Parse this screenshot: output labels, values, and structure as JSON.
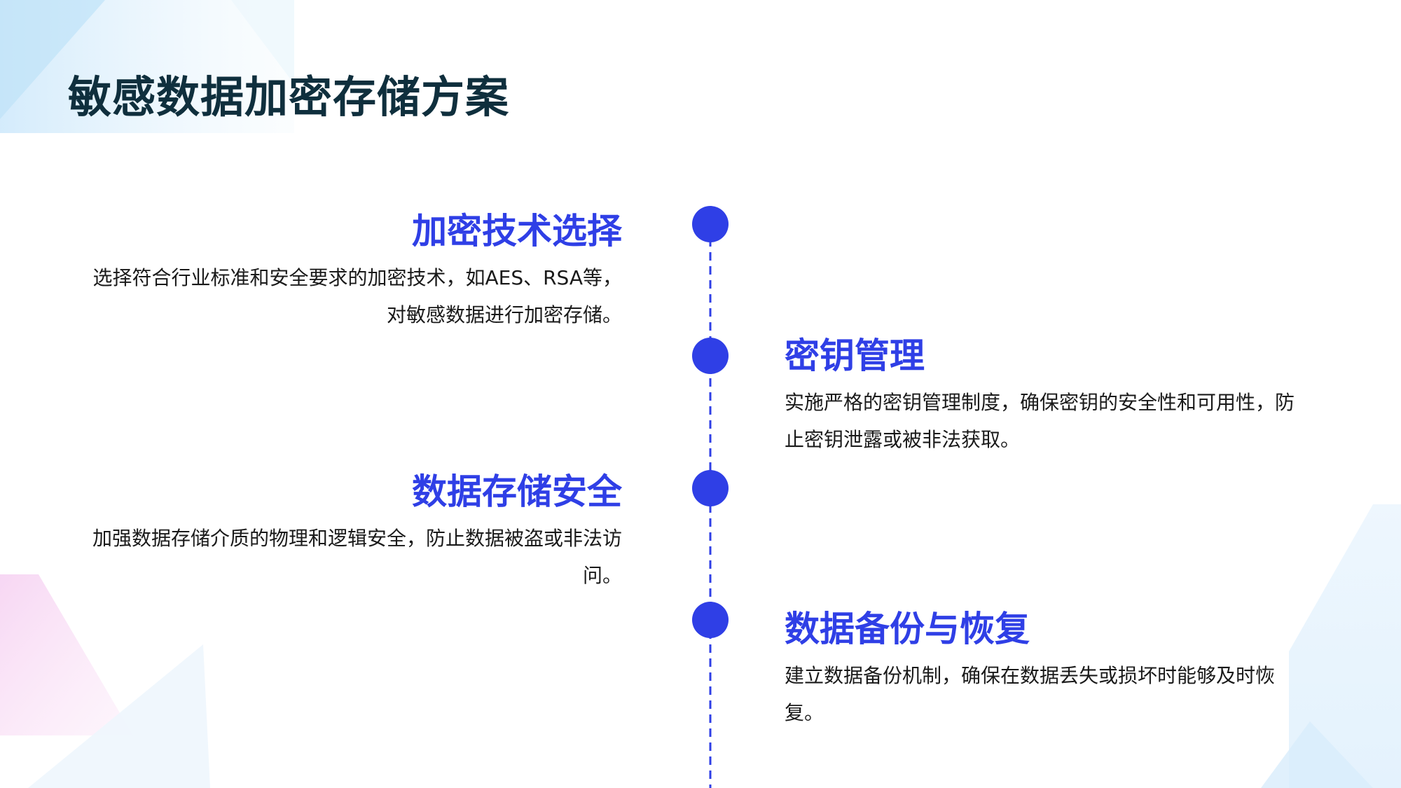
{
  "page": {
    "title": "敏感数据加密存储方案"
  },
  "colors": {
    "accent": "#2f3fe6",
    "title": "#0f2f3d",
    "body_text": "#1a1a1a"
  },
  "items": [
    {
      "title": "加密技术选择",
      "desc": "选择符合行业标准和安全要求的加密技术，如AES、RSA等，对敏感数据进行加密存储。",
      "side": "left"
    },
    {
      "title": "密钥管理",
      "desc": "实施严格的密钥管理制度，确保密钥的安全性和可用性，防止密钥泄露或被非法获取。",
      "side": "right"
    },
    {
      "title": "数据存储安全",
      "desc": "加强数据存储介质的物理和逻辑安全，防止数据被盗或非法访问。",
      "side": "left"
    },
    {
      "title": "数据备份与恢复",
      "desc": "建立数据备份机制，确保在数据丢失或损坏时能够及时恢复。",
      "side": "right"
    }
  ]
}
